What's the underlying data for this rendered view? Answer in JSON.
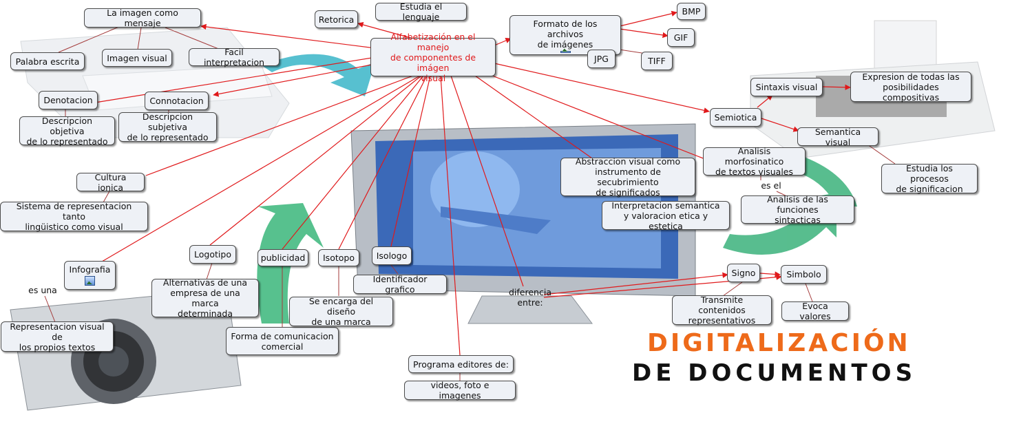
{
  "root": "Alfabetización en el manejo\nde componentes de imágen\nvisual",
  "nodes": {
    "imagen_mensaje": "La imagen como mensaje",
    "palabra_escrita": "Palabra escrita",
    "imagen_visual": "Imagen visual",
    "facil_interpretacion": "Facil interpretacion",
    "retorica": "Retorica",
    "estudia_lenguaje": "Estudia el lenguaje",
    "formato": "Formato de los archivos\nde imágenes",
    "bmp": "BMP",
    "gif": "GIF",
    "jpg": "JPG",
    "tiff": "TIFF",
    "denotacion": "Denotacion",
    "connotacion": "Connotacion",
    "desc_objetiva": "Descripcion objetiva\nde lo representado",
    "desc_subjetiva": "Descripcion subjetiva\nde lo representado",
    "cultura_ionica": "Cultura ionica",
    "sistema_repr": "Sistema de representacion tanto\nlingüistico como visual",
    "infografia": "Infografia",
    "repr_textos": "Representacion visual de\nlos propios textos",
    "logotipo": "Logotipo",
    "alternativas": "Alternativas de una\nempresa de una marca\ndeterminada",
    "publicidad": "publicidad",
    "forma_comunicacion": "Forma de comunicacion\ncomercial",
    "isotopo": "Isotopo",
    "encarga_diseno": "Se encarga del diseño\nde una marca",
    "isologo": "Isologo",
    "identificador": "Identificador grafico",
    "programa": "Programa editores de:",
    "videos": "videos, foto e imagenes",
    "abstraccion": "Abstraccion visual como\ninstrumento de secubrimiento\nde significados",
    "interpretacion": "Interpretacion semantica\ny valoracion etica y estetica",
    "semiotica": "Semiotica",
    "sintaxis": "Sintaxis visual",
    "expresion": "Expresion de todas las\nposibilidades compositivas",
    "semantica": "Semantica visual",
    "estudia_procesos": "Estudia los procesos\nde significacion",
    "analisis_morfo": "Analisis morfosinatico\nde textos visuales",
    "analisis_funciones": "Analisis de las funciones\nsintacticas",
    "signo": "Signo",
    "simbolo": "Simbolo",
    "transmite": "Transmite contenidos\nrepresentativos",
    "evoca": "Evoca valores"
  },
  "labels": {
    "es_una": "es una",
    "es_el": "es el",
    "diferencia": "diferencia\nentre:"
  },
  "banner": {
    "line1": "DIGITALIZACIÓN",
    "line2": "DE DOCUMENTOS"
  },
  "colors": {
    "arrow": "#e0191b",
    "line": "#a33a3a",
    "node_fill": "#eef1f6",
    "banner_orange": "#ee6a1a"
  }
}
